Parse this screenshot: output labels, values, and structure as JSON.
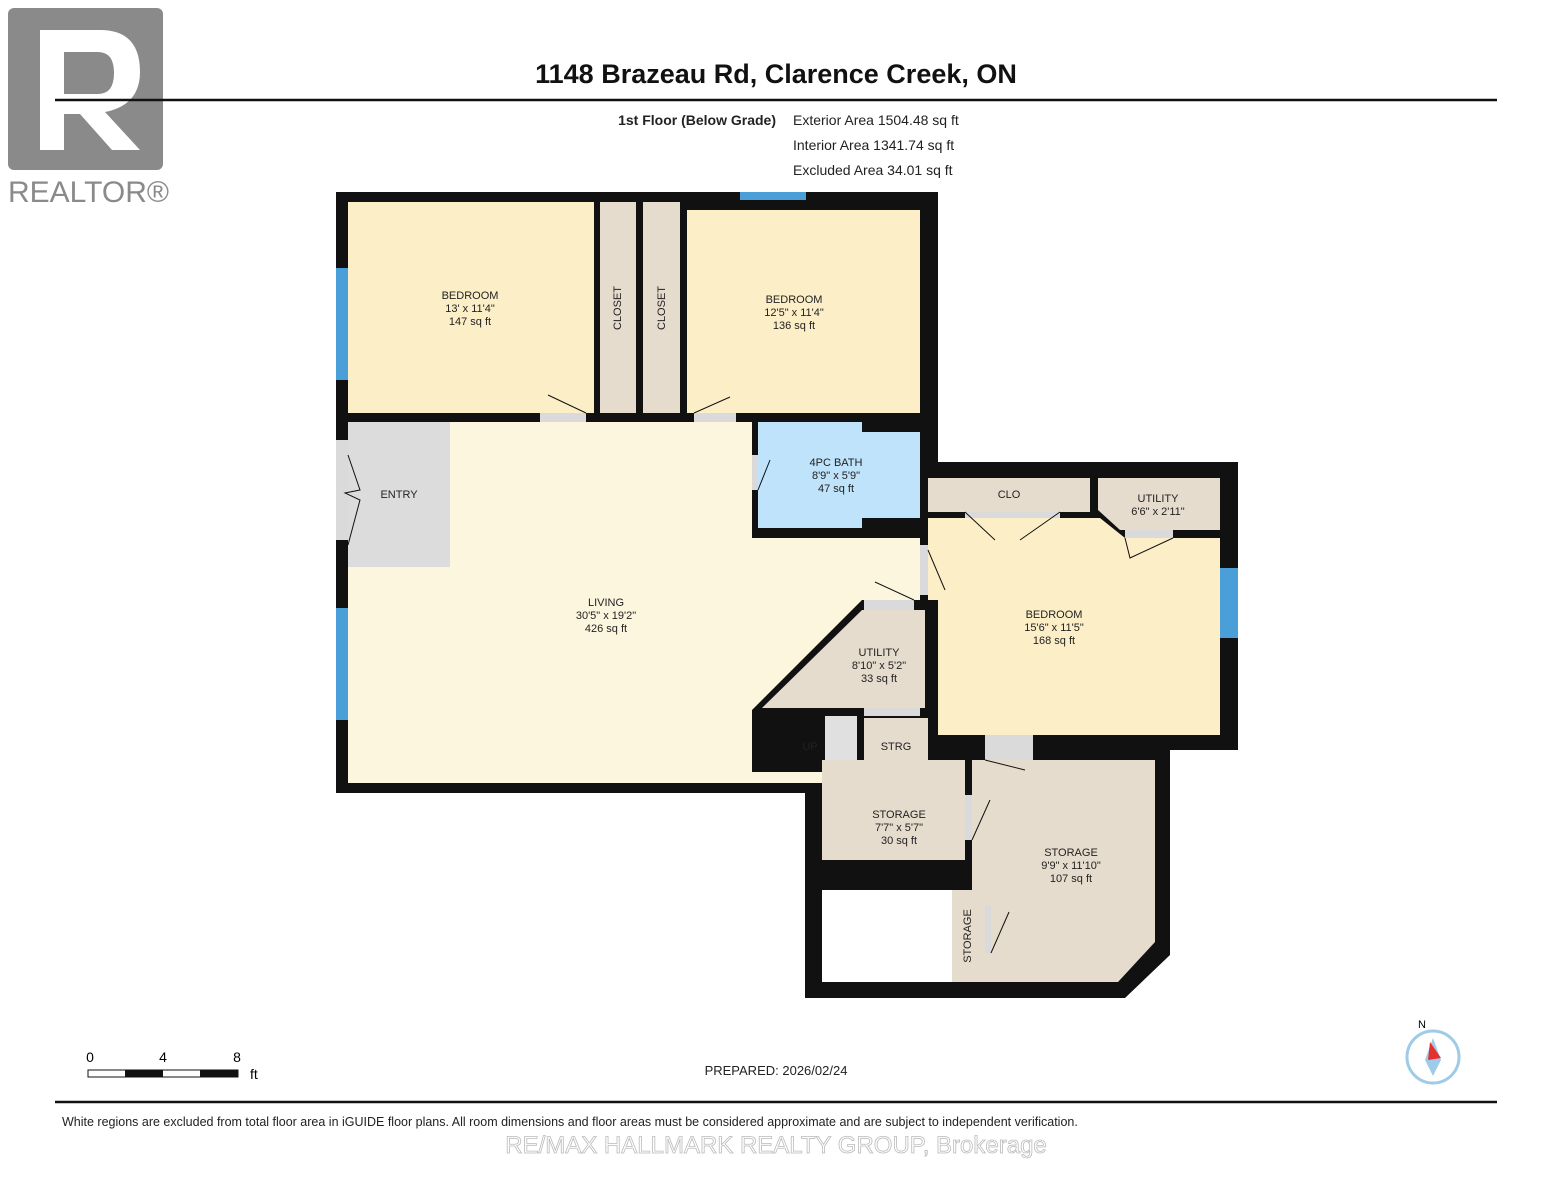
{
  "logo": {
    "text": "REALTOR®"
  },
  "header": {
    "title": "1148 Brazeau Rd, Clarence Creek, ON"
  },
  "floor": {
    "name": "1st Floor (Below Grade)",
    "exterior": "Exterior Area 1504.48 sq ft",
    "interior": "Interior Area 1341.74 sq ft",
    "excluded": "Excluded Area 34.01 sq ft"
  },
  "rooms": {
    "bedroom1": {
      "name": "BEDROOM",
      "dims": "13' x 11'4\"",
      "area": "147 sq ft"
    },
    "closet1": {
      "name": "CLOSET"
    },
    "closet2": {
      "name": "CLOSET"
    },
    "bedroom2": {
      "name": "BEDROOM",
      "dims": "12'5\" x 11'4\"",
      "area": "136 sq ft"
    },
    "entry": {
      "name": "ENTRY"
    },
    "living": {
      "name": "LIVING",
      "dims": "30'5\" x 19'2\"",
      "area": "426 sq ft"
    },
    "bath": {
      "name": "4PC BATH",
      "dims": "8'9\" x 5'9\"",
      "area": "47 sq ft"
    },
    "clo": {
      "name": "CLO"
    },
    "utility1": {
      "name": "UTILITY",
      "dims": "6'6\" x 2'11\""
    },
    "bedroom3": {
      "name": "BEDROOM",
      "dims": "15'6\" x 11'5\"",
      "area": "168 sq ft"
    },
    "utility2": {
      "name": "UTILITY",
      "dims": "8'10\" x 5'2\"",
      "area": "33 sq ft"
    },
    "up": {
      "name": "UP"
    },
    "strg": {
      "name": "STRG"
    },
    "storage1": {
      "name": "STORAGE",
      "dims": "7'7\" x 5'7\"",
      "area": "30 sq ft"
    },
    "storage2": {
      "name": "STORAGE",
      "dims": "9'9\" x 11'10\"",
      "area": "107 sq ft"
    },
    "storage3": {
      "name": "STORAGE"
    }
  },
  "scale": {
    "t0": "0",
    "t4": "4",
    "t8": "8",
    "unit": "ft"
  },
  "prepared": "PREPARED: 2026/02/24",
  "compass": {
    "label": "N"
  },
  "footer": {
    "disclaimer": "White regions are excluded from total floor area in iGUIDE floor plans. All room dimensions and floor areas must be considered approximate and are subject to independent verification.",
    "watermark": "RE/MAX HALLMARK REALTY GROUP, Brokerage"
  },
  "colors": {
    "wall": "#111111",
    "bedroom": "#fcefc7",
    "living": "#fdf6de",
    "closet": "#e6dccd",
    "bath": "#bfe3fa",
    "entry": "#dcdcdc",
    "window": "#4a9fd8"
  }
}
